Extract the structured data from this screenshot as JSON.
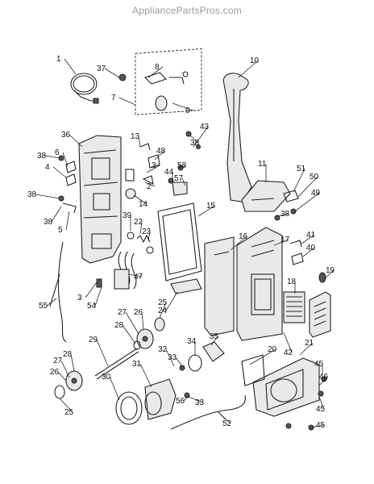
{
  "watermark": "AppliancePartsPros.com",
  "callouts": [
    {
      "id": "c1",
      "label": "1"
    },
    {
      "id": "c37",
      "label": "37"
    },
    {
      "id": "c8",
      "label": "8"
    },
    {
      "id": "c7",
      "label": "7"
    },
    {
      "id": "c9",
      "label": "9"
    },
    {
      "id": "c10",
      "label": "10"
    },
    {
      "id": "c43",
      "label": "43"
    },
    {
      "id": "c38a",
      "label": "38"
    },
    {
      "id": "c36",
      "label": "36"
    },
    {
      "id": "c13",
      "label": "13"
    },
    {
      "id": "c48",
      "label": "48"
    },
    {
      "id": "c6",
      "label": "6"
    },
    {
      "id": "c38b",
      "label": "38"
    },
    {
      "id": "c3a",
      "label": "3"
    },
    {
      "id": "c58",
      "label": "58"
    },
    {
      "id": "c4",
      "label": "4"
    },
    {
      "id": "c2",
      "label": "2"
    },
    {
      "id": "c44",
      "label": "44"
    },
    {
      "id": "c57",
      "label": "57"
    },
    {
      "id": "c11",
      "label": "11"
    },
    {
      "id": "c51",
      "label": "51"
    },
    {
      "id": "c50",
      "label": "50"
    },
    {
      "id": "c38c",
      "label": "38"
    },
    {
      "id": "c14",
      "label": "14"
    },
    {
      "id": "c49",
      "label": "49"
    },
    {
      "id": "c15",
      "label": "15"
    },
    {
      "id": "c38d",
      "label": "38"
    },
    {
      "id": "c39",
      "label": "39"
    },
    {
      "id": "c22",
      "label": "22"
    },
    {
      "id": "c23",
      "label": "23"
    },
    {
      "id": "c5",
      "label": "5"
    },
    {
      "id": "c38e",
      "label": "38"
    },
    {
      "id": "c16",
      "label": "16"
    },
    {
      "id": "c41",
      "label": "41"
    },
    {
      "id": "c40",
      "label": "40"
    },
    {
      "id": "c17",
      "label": "17"
    },
    {
      "id": "c19",
      "label": "19"
    },
    {
      "id": "c47",
      "label": "47"
    },
    {
      "id": "c3b",
      "label": "3"
    },
    {
      "id": "c54",
      "label": "54"
    },
    {
      "id": "c18",
      "label": "18"
    },
    {
      "id": "c55",
      "label": "55"
    },
    {
      "id": "c25a",
      "label": "25"
    },
    {
      "id": "c24",
      "label": "24"
    },
    {
      "id": "c27a",
      "label": "27"
    },
    {
      "id": "c26a",
      "label": "26"
    },
    {
      "id": "c28a",
      "label": "28"
    },
    {
      "id": "c35",
      "label": "35"
    },
    {
      "id": "c34",
      "label": "34"
    },
    {
      "id": "c42",
      "label": "42"
    },
    {
      "id": "c21",
      "label": "21"
    },
    {
      "id": "c29",
      "label": "29"
    },
    {
      "id": "c20",
      "label": "20"
    },
    {
      "id": "c28b",
      "label": "28"
    },
    {
      "id": "c32",
      "label": "32"
    },
    {
      "id": "c33a",
      "label": "33"
    },
    {
      "id": "c45a",
      "label": "45"
    },
    {
      "id": "c27b",
      "label": "27"
    },
    {
      "id": "c46",
      "label": "46"
    },
    {
      "id": "c26b",
      "label": "26"
    },
    {
      "id": "c30",
      "label": "30"
    },
    {
      "id": "c31",
      "label": "31"
    },
    {
      "id": "c25b",
      "label": "25"
    },
    {
      "id": "c56",
      "label": "56"
    },
    {
      "id": "c33b",
      "label": "33"
    },
    {
      "id": "c45b",
      "label": "45"
    },
    {
      "id": "c52",
      "label": "52"
    },
    {
      "id": "c45c",
      "label": "45"
    }
  ]
}
